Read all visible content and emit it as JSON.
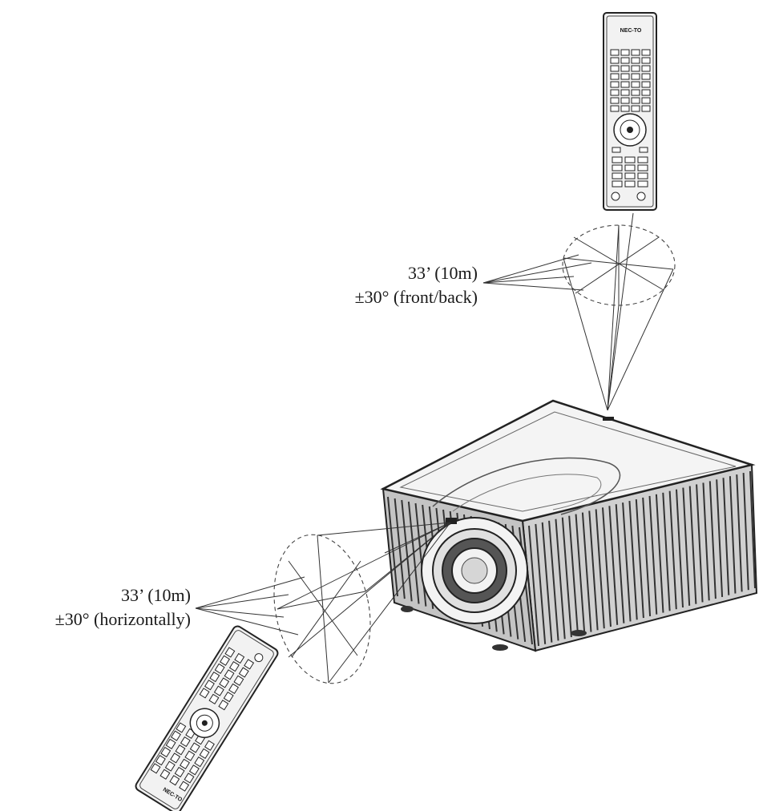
{
  "range_top": {
    "distance": "33’ (10m)",
    "angle": "±30° (front/back)"
  },
  "range_bottom": {
    "distance": "33’ (10m)",
    "angle": "±30° (horizontally)"
  },
  "remote_top": {
    "brand": "NEC-TO"
  },
  "remote_bottom": {
    "brand": "NEC-TO"
  },
  "icons": {
    "remote_top": "remote-control-icon",
    "remote_bottom": "remote-control-icon",
    "projector": "projector-icon"
  }
}
